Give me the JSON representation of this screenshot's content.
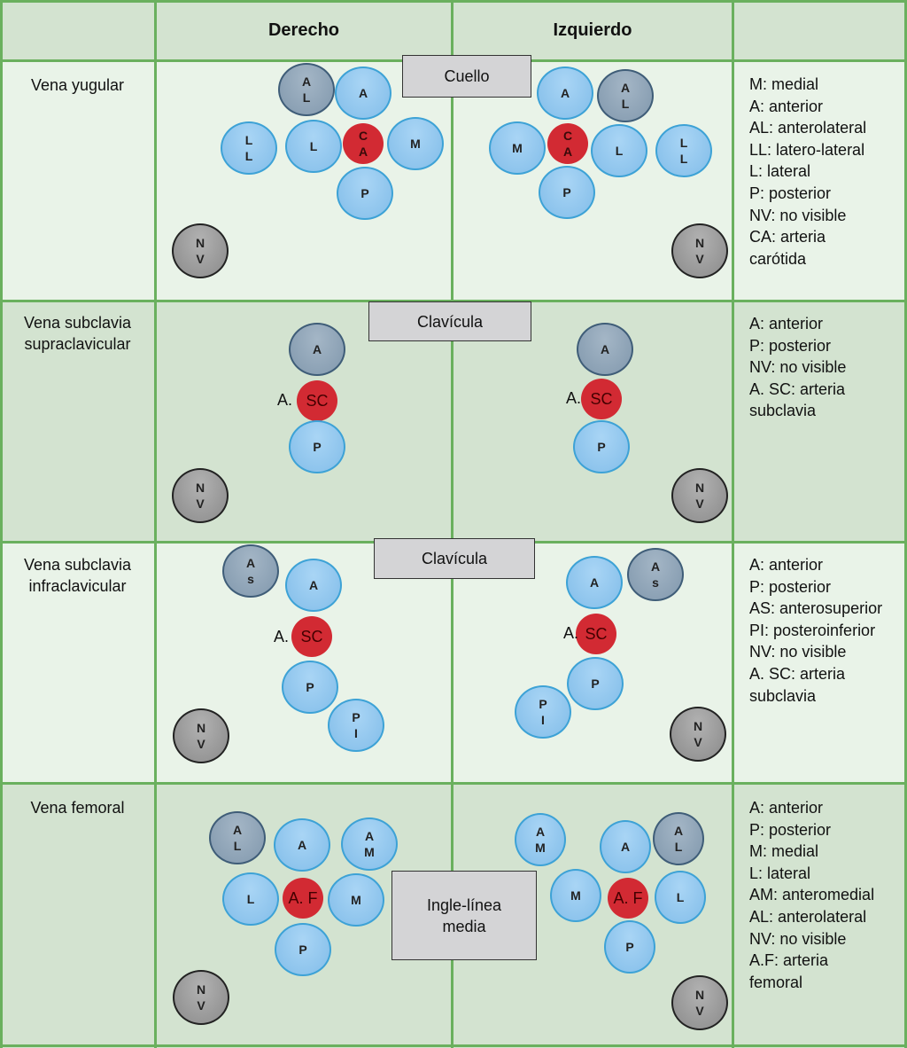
{
  "header": {
    "col_right": "Derecho",
    "col_left": "Izquierdo"
  },
  "colors": {
    "grid": "#6ab05e",
    "vein": "#82bde9",
    "vein_alt": "#8198ad",
    "not_visible": "#8a8a8a",
    "artery": "#d22a33",
    "landmark": "#d4d4d6"
  },
  "rows": [
    {
      "label": "Vena yugular",
      "landmark": "Cuello",
      "legend": [
        "M: medial",
        "A: anterior",
        "AL: anterolateral",
        "LL: latero-lateral",
        "L: lateral",
        "P: posterior",
        "NV: no visible",
        "CA: arteria",
        "carótida"
      ],
      "right": {
        "AL": [
          "A",
          "L"
        ],
        "A": [
          "A"
        ],
        "LL": [
          "L",
          "L"
        ],
        "L": [
          "L"
        ],
        "CA": [
          "C",
          "A"
        ],
        "M": [
          "M"
        ],
        "P": [
          "P"
        ],
        "NV": [
          "N",
          "V"
        ]
      },
      "left": {
        "A": [
          "A"
        ],
        "AL": [
          "A",
          "L"
        ],
        "M": [
          "M"
        ],
        "CA": [
          "C",
          "A"
        ],
        "L": [
          "L"
        ],
        "LL": [
          "L",
          "L"
        ],
        "P": [
          "P"
        ],
        "NV": [
          "N",
          "V"
        ]
      }
    },
    {
      "label": "Vena subclavia supraclavicular",
      "label_lines": [
        "Vena subclavia",
        "supraclavicular"
      ],
      "landmark": "Clavícula",
      "legend": [
        "A: anterior",
        "P: posterior",
        "NV: no visible",
        "A. SC: arteria",
        "subclavia"
      ],
      "right": {
        "A": [
          "A"
        ],
        "SC": [
          "SC"
        ],
        "A_prefix": "A.",
        "P": [
          "P"
        ],
        "NV": [
          "N",
          "V"
        ]
      },
      "left": {
        "A": [
          "A"
        ],
        "SC": [
          "SC"
        ],
        "A_prefix": "A.",
        "P": [
          "P"
        ],
        "NV": [
          "N",
          "V"
        ]
      }
    },
    {
      "label": "Vena subclavia infraclavicular",
      "label_lines": [
        "Vena subclavia",
        "infraclavicular"
      ],
      "landmark": "Clavícula",
      "legend": [
        "A: anterior",
        "P: posterior",
        "AS: anterosuperior",
        "PI: posteroinferior",
        "NV: no visible",
        "A. SC: arteria",
        "subclavia"
      ],
      "right": {
        "AS": [
          "A",
          "s"
        ],
        "A": [
          "A"
        ],
        "SC": [
          "SC"
        ],
        "A_prefix": "A.",
        "P": [
          "P"
        ],
        "PI": [
          "P",
          "I"
        ],
        "NV": [
          "N",
          "V"
        ]
      },
      "left": {
        "A": [
          "A"
        ],
        "AS": [
          "A",
          "s"
        ],
        "SC": [
          "SC"
        ],
        "A_prefix": "A.",
        "P": [
          "P"
        ],
        "PI": [
          "P",
          "I"
        ],
        "NV": [
          "N",
          "V"
        ]
      }
    },
    {
      "label": "Vena femoral",
      "landmark_lines": [
        "Ingle-línea",
        "media"
      ],
      "legend": [
        "A: anterior",
        "P: posterior",
        "M: medial",
        "L: lateral",
        "AM: anteromedial",
        "AL: anterolateral",
        "NV: no visible",
        "A.F: arteria",
        "femoral"
      ],
      "right": {
        "AL": [
          "A",
          "L"
        ],
        "A": [
          "A"
        ],
        "AM": [
          "A",
          "M"
        ],
        "L": [
          "L"
        ],
        "AF": [
          "A. F"
        ],
        "M": [
          "M"
        ],
        "P": [
          "P"
        ],
        "NV": [
          "N",
          "V"
        ]
      },
      "left": {
        "AM": [
          "A",
          "M"
        ],
        "A": [
          "A"
        ],
        "AL": [
          "A",
          "L"
        ],
        "M": [
          "M"
        ],
        "AF": [
          "A. F"
        ],
        "L": [
          "L"
        ],
        "P": [
          "P"
        ],
        "NV": [
          "N",
          "V"
        ]
      }
    }
  ]
}
